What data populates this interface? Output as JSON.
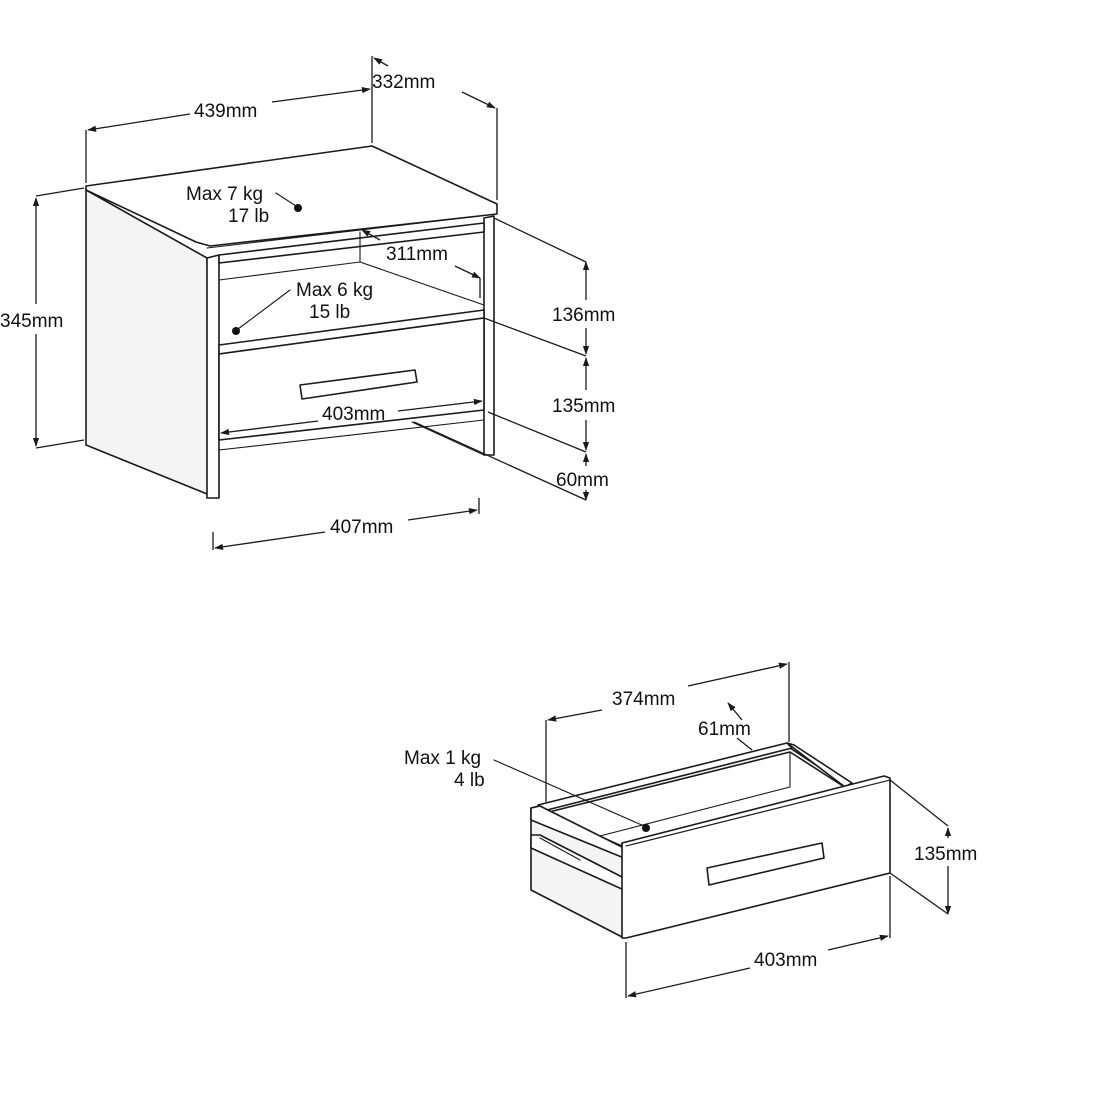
{
  "nightstand": {
    "depth_label": "332mm",
    "width_label": "439mm",
    "height_label": "345mm",
    "top_load_kg": "Max 7 kg",
    "top_load_lb": "17 lb",
    "shelf_depth_label": "311mm",
    "shelf_load_kg": "Max 6 kg",
    "shelf_load_lb": "15 lb",
    "opening_height_label": "136mm",
    "drawer_height_label": "135mm",
    "drawer_front_width_label": "403mm",
    "plinth_height_label": "60mm",
    "base_width_label": "407mm"
  },
  "drawer": {
    "inner_width_label": "374mm",
    "depth_label": "61mm",
    "load_kg": "Max 1 kg",
    "load_lb": "4 lb",
    "height_label": "135mm",
    "front_width_label": "403mm"
  }
}
